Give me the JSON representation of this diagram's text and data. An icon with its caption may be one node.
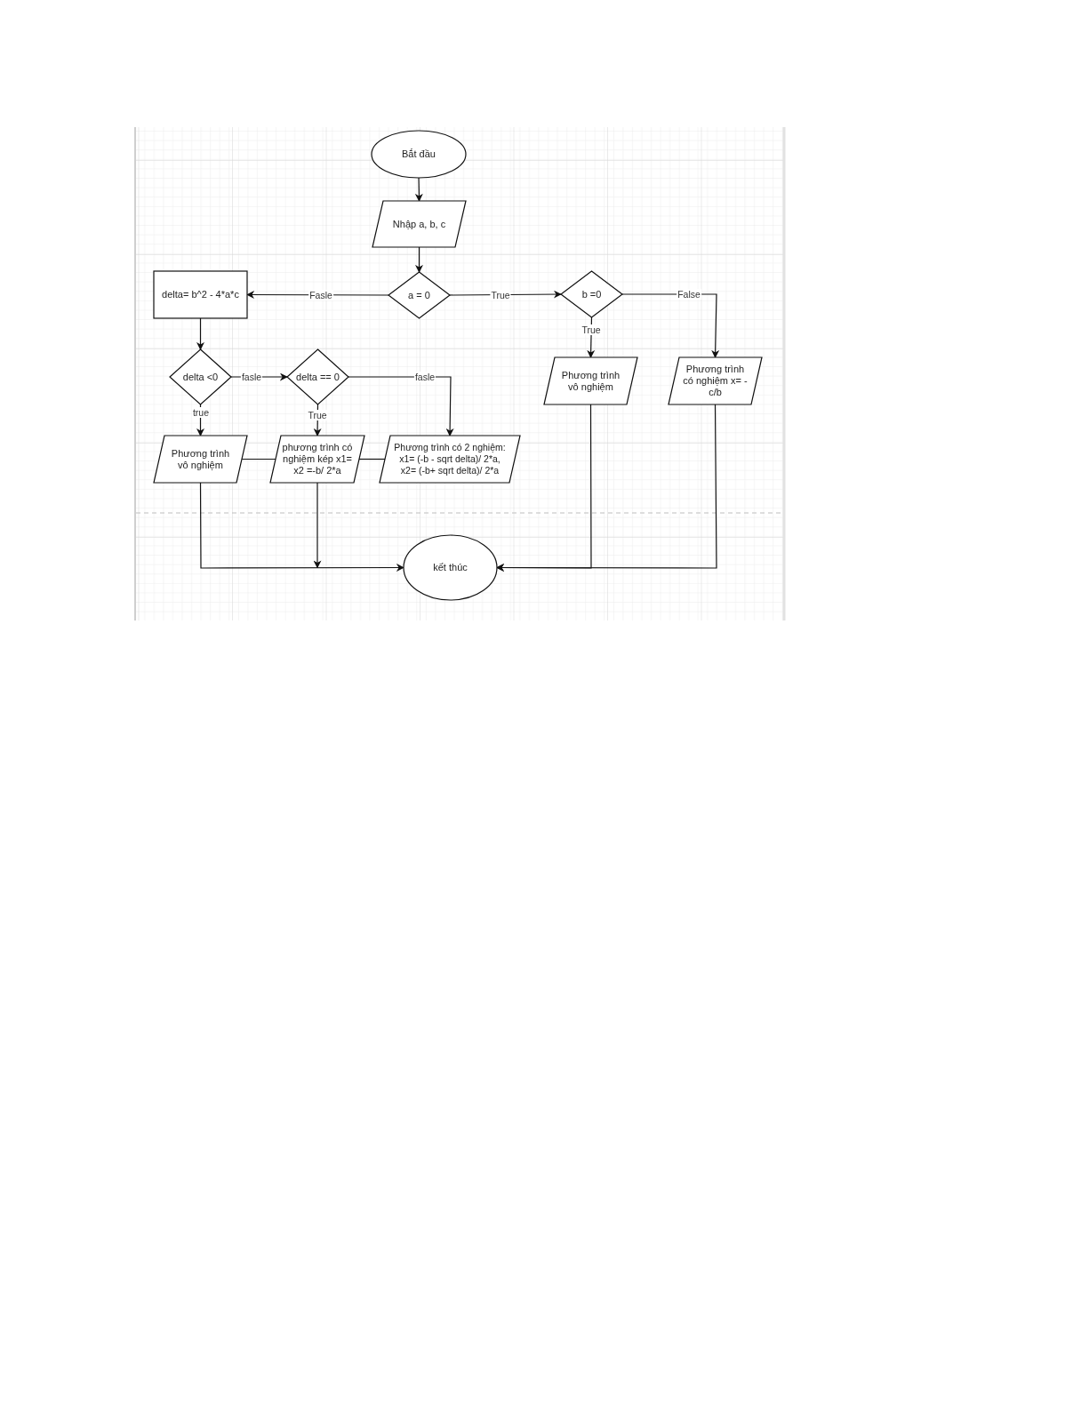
{
  "diagram": {
    "nodes": [
      {
        "text": [
          "Bắt đầu"
        ]
      },
      {
        "text": [
          "Nhập a, b, c"
        ]
      },
      {
        "text": [
          "a = 0"
        ]
      },
      {
        "text": [
          "delta= b^2 - 4*a*c"
        ]
      },
      {
        "text": [
          "b =0"
        ]
      },
      {
        "text": [
          "delta <0"
        ]
      },
      {
        "text": [
          "delta == 0"
        ]
      },
      {
        "text": [
          "Phương trình vô nghiệm"
        ]
      },
      {
        "text": [
          "Phương trình có nghiệm x= -c/b"
        ]
      },
      {
        "text": [
          "Phương trình vô nghiệm"
        ]
      },
      {
        "text": [
          "phương trình có nghiệm kép x1= x2 =-b/ 2*a"
        ]
      },
      {
        "text": [
          "Phương trình có 2 nghiệm: x1= (-b - sqrt delta)/ 2*a, x2= (-b+ sqrt delta)/ 2*a"
        ]
      },
      {
        "text": [
          "kết thúc"
        ]
      }
    ],
    "edges": [
      {
        "from": 0,
        "to": 1,
        "arrow": "to"
      },
      {
        "from": 1,
        "to": 2,
        "arrow": "to"
      },
      {
        "from": 2,
        "to": 3,
        "arrow": "to",
        "label": "Fasle"
      },
      {
        "from": 2,
        "to": 4,
        "arrow": "to",
        "label": "True"
      },
      {
        "from": 4,
        "to": 7,
        "arrow": "to",
        "label": "True"
      },
      {
        "from": 4,
        "to": 8,
        "arrow": "to",
        "label": "False"
      },
      {
        "from": 3,
        "to": 5,
        "arrow": "to"
      },
      {
        "from": 5,
        "to": 6,
        "arrow": "to",
        "label": "fasle"
      },
      {
        "from": 6,
        "to": 11,
        "arrow": "to",
        "label": "fasle"
      },
      {
        "from": 5,
        "to": 9,
        "arrow": "to",
        "label": "true"
      },
      {
        "from": 6,
        "to": 10,
        "arrow": "to",
        "label": "True"
      },
      {
        "from": 9,
        "to": 10,
        "arrow": "none"
      },
      {
        "from": 10,
        "to": 11,
        "arrow": "none"
      },
      {
        "from": 9,
        "to": 12,
        "arrow": "to"
      },
      {
        "from": 10,
        "to": 12,
        "arrow": "to"
      },
      {
        "from": 7,
        "to": 12,
        "arrow": "to"
      },
      {
        "from": 8,
        "to": 12,
        "arrow": "to"
      }
    ]
  }
}
